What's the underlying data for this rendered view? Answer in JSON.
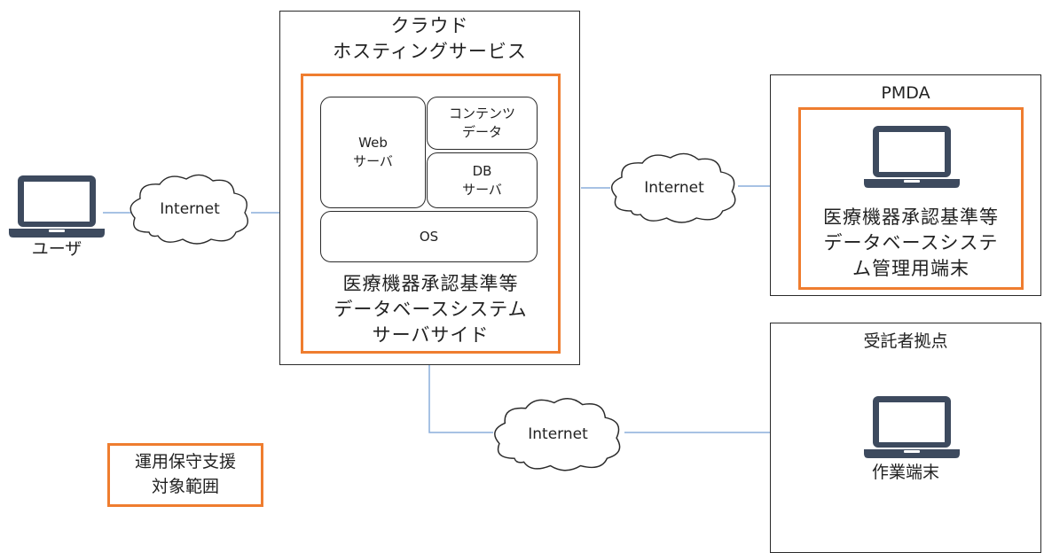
{
  "user": {
    "label": "ユーザ"
  },
  "cloud_hosting": {
    "title_line1": "クラウド",
    "title_line2": "ホスティングサービス",
    "web_server": {
      "line1": "Web",
      "line2": "サーバ"
    },
    "contents_data": {
      "line1": "コンテンツ",
      "line2": "データ"
    },
    "db_server": {
      "line1": "DB",
      "line2": "サーバ"
    },
    "os": "OS",
    "server_side": {
      "line1": "医療機器承認基準等",
      "line2": "データベースシステム",
      "line3": "サーバサイド"
    }
  },
  "pmda": {
    "title": "PMDA",
    "terminal": {
      "line1": "医療機器承認基準等",
      "line2": "データベースシステ",
      "line3": "ム管理用端末"
    }
  },
  "contractor": {
    "title": "受託者拠点",
    "terminal": "作業端末"
  },
  "clouds": {
    "user_link": "Internet",
    "pmda_link": "Internet",
    "contractor_link": "Internet"
  },
  "legend": {
    "line1": "運用保守支援",
    "line2": "対象範囲"
  },
  "colors": {
    "scope_orange": "#ef7d2f",
    "line_blue": "#8aaedc",
    "laptop_navy": "#3d4a5e"
  }
}
